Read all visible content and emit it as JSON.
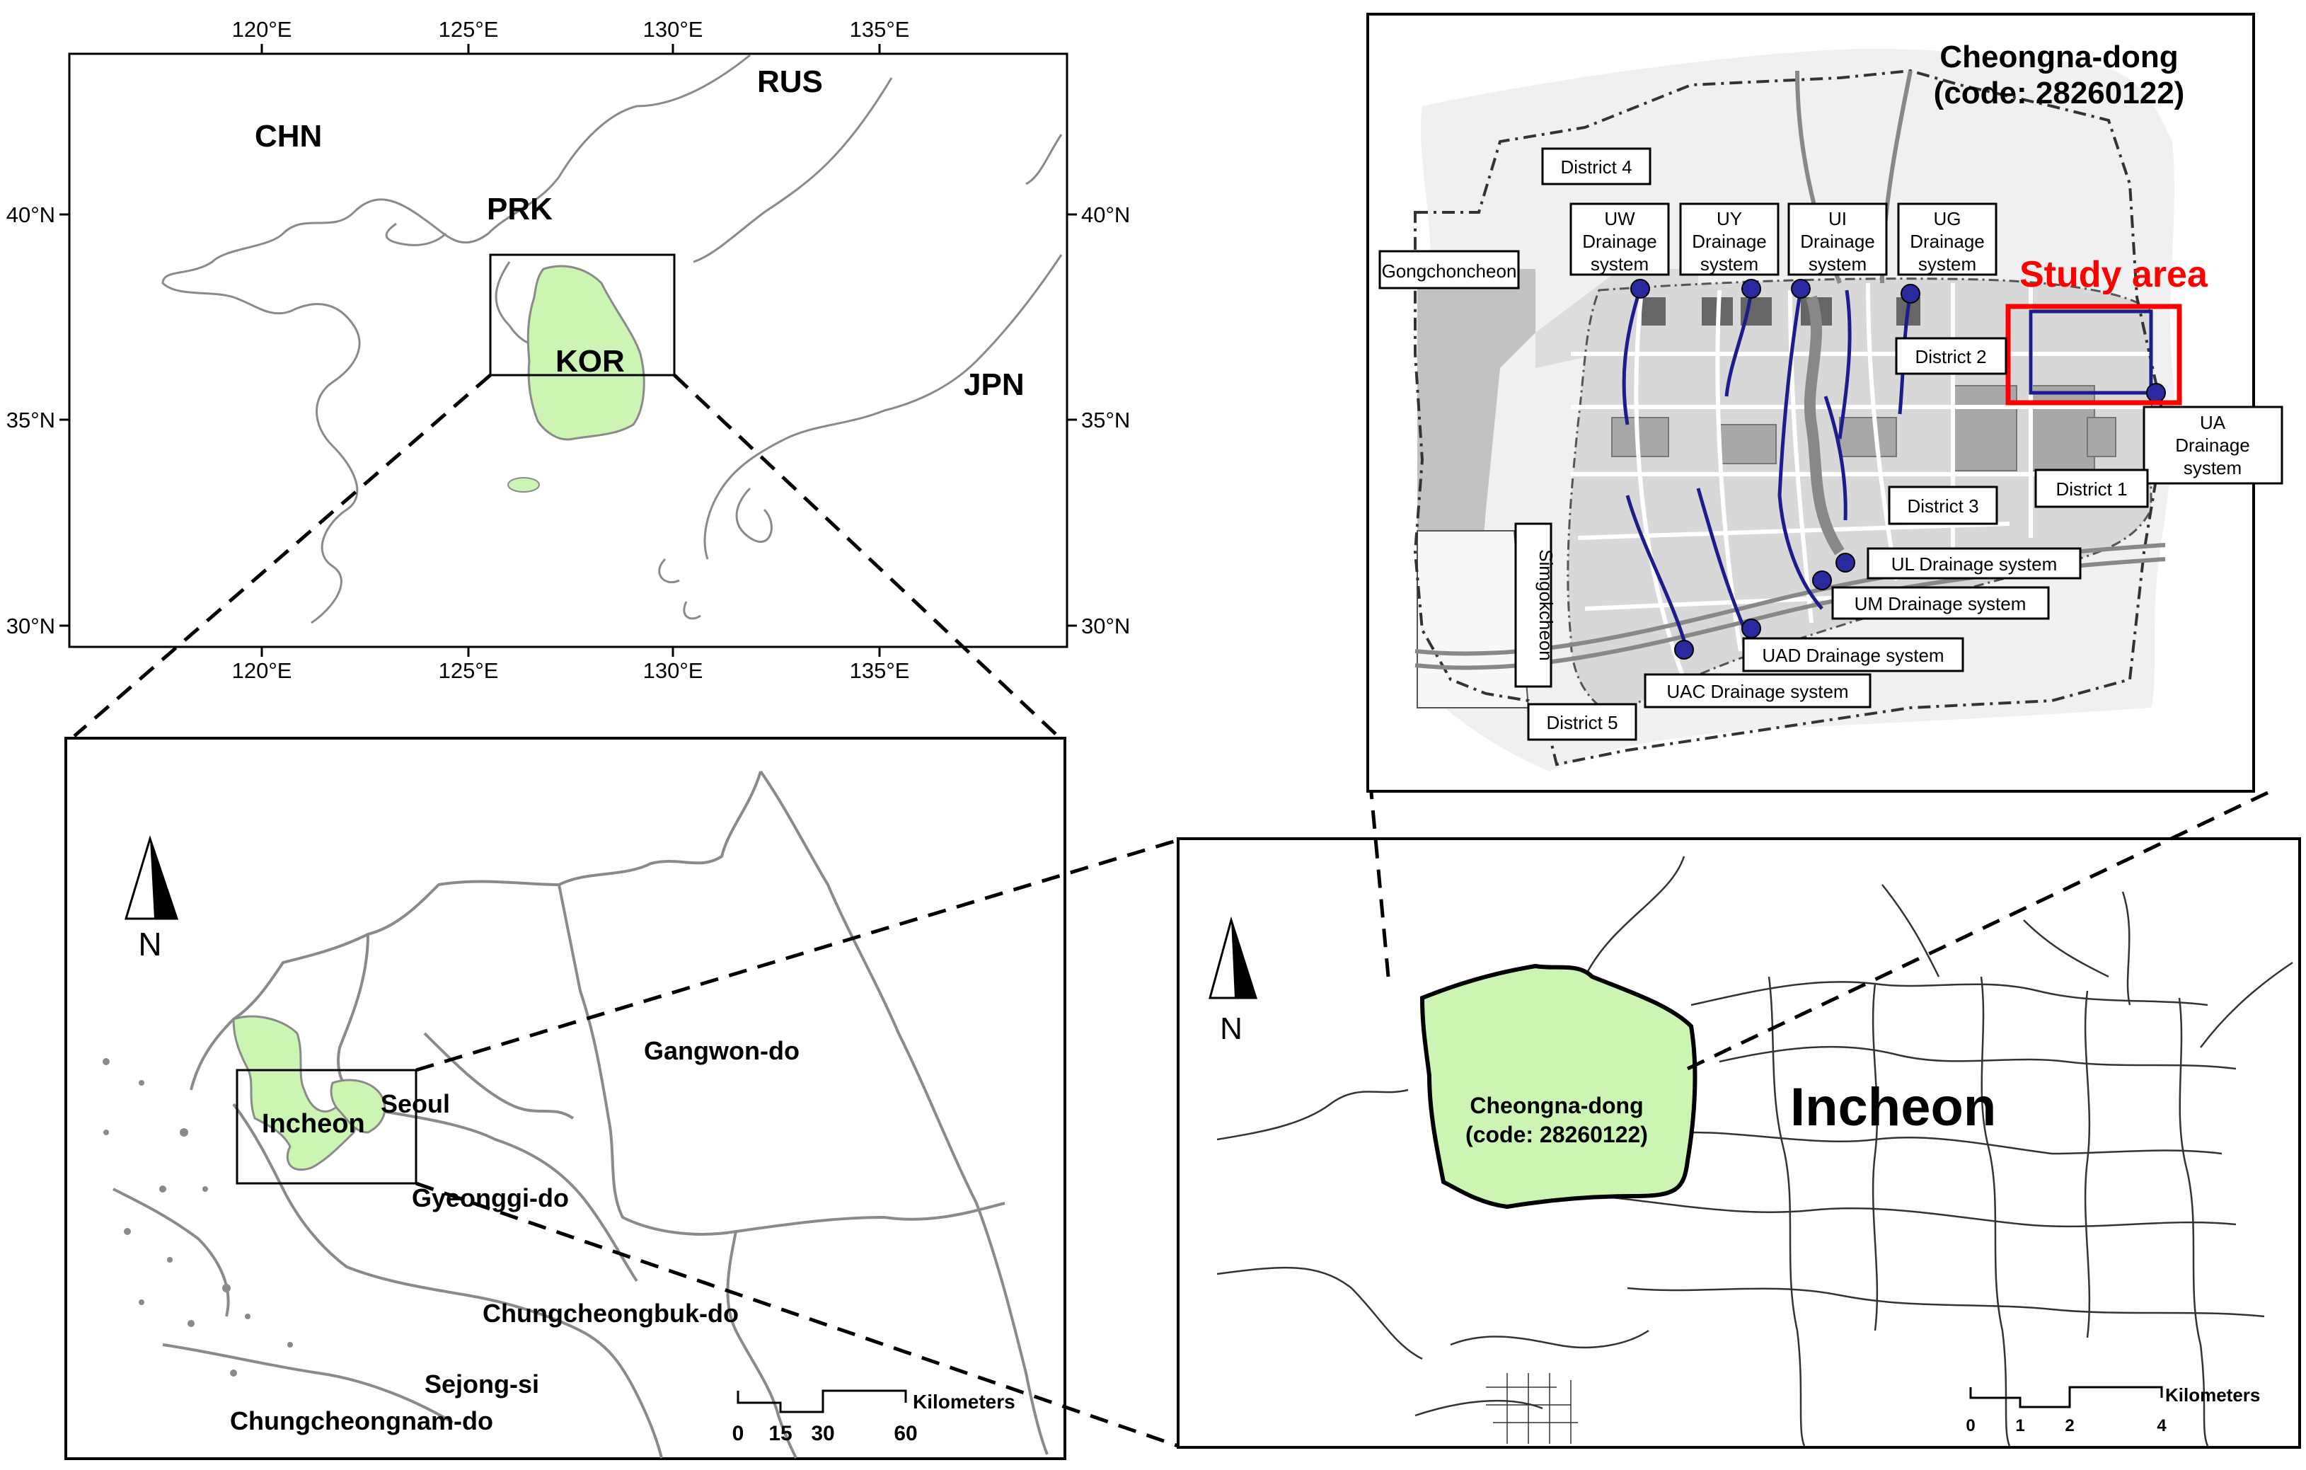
{
  "korea_map": {
    "lon_ticks": [
      "120°E",
      "125°E",
      "130°E",
      "135°E"
    ],
    "lat_ticks": [
      "40°N",
      "35°N",
      "30°N"
    ],
    "countries": {
      "chn": "CHN",
      "rus": "RUS",
      "prk": "PRK",
      "kor": "KOR",
      "jpn": "JPN"
    }
  },
  "region_map": {
    "labels": {
      "gangwon": "Gangwon-do",
      "seoul": "Seoul",
      "incheon": "Incheon",
      "gyeonggi": "Gyeonggi-do",
      "chungbuk": "Chungcheongbuk-do",
      "sejong": "Sejong-si",
      "chungnam": "Chungcheongnam-do"
    },
    "north": "N",
    "scale": {
      "unit": "Kilometers",
      "ticks": [
        "0",
        "15",
        "30",
        "60"
      ]
    }
  },
  "incheon_map": {
    "city": "Incheon",
    "dong_name": "Cheongna-dong",
    "dong_code": "(code: 28260122)",
    "north": "N",
    "scale": {
      "unit": "Kilometers",
      "ticks": [
        "0",
        "1",
        "2",
        "4"
      ]
    }
  },
  "detail_map": {
    "title_line1": "Cheongna-dong",
    "title_line2": "(code: 28260122)",
    "study_area": "Study area",
    "districts": {
      "d1": "District 1",
      "d2": "District 2",
      "d3": "District 3",
      "d4": "District 4",
      "d5": "District 5"
    },
    "streams": {
      "gongchon": "Gongchoncheon",
      "simgok": "Simgokcheon"
    },
    "drainage": {
      "uw": [
        "UW",
        "Drainage",
        "system"
      ],
      "uy": [
        "UY",
        "Drainage",
        "system"
      ],
      "ui": [
        "UI",
        "Drainage",
        "system"
      ],
      "ug": [
        "UG",
        "Drainage",
        "system"
      ],
      "ua": [
        "UA",
        "Drainage",
        "system"
      ],
      "ul": "UL Drainage system",
      "um": "UM Drainage system",
      "uad": "UAD Drainage system",
      "uac": "UAC Drainage system"
    },
    "colors": {
      "study_box": "#ff0000",
      "drainage_line": "#1c1c8c",
      "dong_fill": "#ccf5b4"
    }
  }
}
